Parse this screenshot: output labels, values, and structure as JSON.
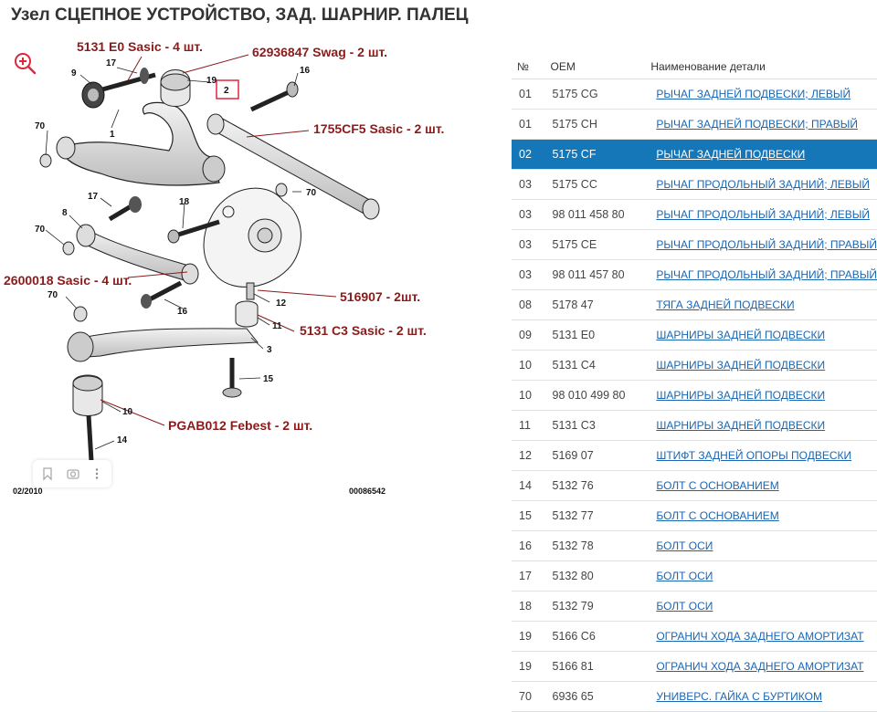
{
  "title": "Узел СЦЕПНОЕ УСТРОЙСТВО, ЗАД. ШАРНИР. ПАЛЕЦ",
  "diagram": {
    "annotations": [
      "5131 E0 Sasic - 4 шт.",
      "62936847 Swag - 2 шт.",
      "1755CF5 Sasic - 2 шт.",
      "2600018 Sasic - 4 шт.",
      "516907 - 2шт.",
      "5131 C3 Sasic - 2 шт.",
      "PGAB012 Febest - 2 шт."
    ],
    "callouts": [
      "17",
      "9",
      "19",
      "2",
      "16",
      "70",
      "1",
      "70",
      "17",
      "18",
      "8",
      "70",
      "70",
      "12",
      "16",
      "11",
      "3",
      "15",
      "10",
      "14"
    ],
    "date": "02/2010",
    "code": "00086542"
  },
  "table": {
    "headers": [
      "№",
      "OEM",
      "Наименование детали"
    ],
    "selected_index": 2,
    "rows": [
      {
        "no": "01",
        "oem": "5175 CG",
        "name": "РЫЧАГ ЗАДНЕЙ ПОДВЕСКИ; ЛЕВЫЙ"
      },
      {
        "no": "01",
        "oem": "5175 CH",
        "name": "РЫЧАГ ЗАДНЕЙ ПОДВЕСКИ; ПРАВЫЙ"
      },
      {
        "no": "02",
        "oem": "5175 CF",
        "name": "РЫЧАГ ЗАДНЕЙ ПОДВЕСКИ"
      },
      {
        "no": "03",
        "oem": "5175 CC",
        "name": "РЫЧАГ ПРОДОЛЬНЫЙ ЗАДНИЙ; ЛЕВЫЙ"
      },
      {
        "no": "03",
        "oem": "98 011 458 80",
        "name": "РЫЧАГ ПРОДОЛЬНЫЙ ЗАДНИЙ; ЛЕВЫЙ"
      },
      {
        "no": "03",
        "oem": "5175 CE",
        "name": "РЫЧАГ ПРОДОЛЬНЫЙ ЗАДНИЙ; ПРАВЫЙ"
      },
      {
        "no": "03",
        "oem": "98 011 457 80",
        "name": "РЫЧАГ ПРОДОЛЬНЫЙ ЗАДНИЙ; ПРАВЫЙ"
      },
      {
        "no": "08",
        "oem": "5178 47",
        "name": "ТЯГА ЗАДНЕЙ ПОДВЕСКИ"
      },
      {
        "no": "09",
        "oem": "5131 E0",
        "name": "ШАРНИРЫ ЗАДНЕЙ ПОДВЕСКИ"
      },
      {
        "no": "10",
        "oem": "5131 C4",
        "name": "ШАРНИРЫ ЗАДНЕЙ ПОДВЕСКИ"
      },
      {
        "no": "10",
        "oem": "98 010 499 80",
        "name": "ШАРНИРЫ ЗАДНЕЙ ПОДВЕСКИ"
      },
      {
        "no": "11",
        "oem": "5131 C3",
        "name": "ШАРНИРЫ ЗАДНЕЙ ПОДВЕСКИ"
      },
      {
        "no": "12",
        "oem": "5169 07",
        "name": "ШТИФТ ЗАДНЕЙ ОПОРЫ ПОДВЕСКИ"
      },
      {
        "no": "14",
        "oem": "5132 76",
        "name": "БОЛТ С ОСНОВАНИЕМ"
      },
      {
        "no": "15",
        "oem": "5132 77",
        "name": "БОЛТ С ОСНОВАНИЕМ"
      },
      {
        "no": "16",
        "oem": "5132 78",
        "name": "БОЛТ ОСИ"
      },
      {
        "no": "17",
        "oem": "5132 80",
        "name": "БОЛТ ОСИ"
      },
      {
        "no": "18",
        "oem": "5132 79",
        "name": "БОЛТ ОСИ"
      },
      {
        "no": "19",
        "oem": "5166 C6",
        "name": "ОГРАНИЧ ХОДА ЗАДНЕГО АМОРТИЗАТ"
      },
      {
        "no": "19",
        "oem": "5166 81",
        "name": "ОГРАНИЧ ХОДА ЗАДНЕГО АМОРТИЗАТ"
      },
      {
        "no": "70",
        "oem": "6936 65",
        "name": "УНИВЕРС. ГАЙКА С БУРТИКОМ"
      }
    ]
  },
  "colors": {
    "annotation": "#8b1a1a",
    "link": "#1a66b3",
    "selected_row": "#1677b8",
    "zoom_icon": "#e0263b",
    "part_red_box": "#e0263b"
  }
}
